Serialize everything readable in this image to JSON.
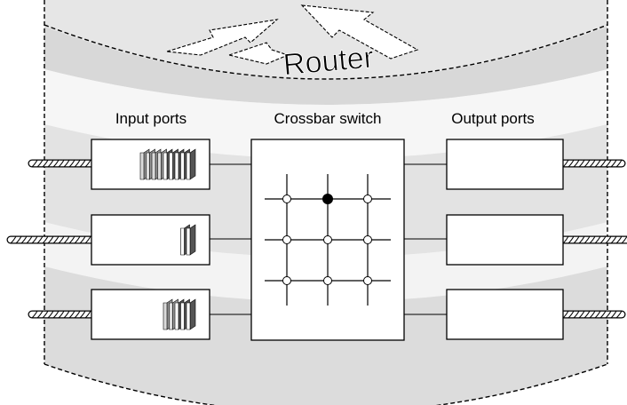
{
  "diagram": {
    "title": "Router",
    "labels": {
      "input_ports": "Input ports",
      "crossbar_switch": "Crossbar switch",
      "output_ports": "Output ports"
    },
    "input_port_count": 3,
    "output_port_count": 3,
    "input_queue_packets": [
      9,
      2,
      5
    ],
    "crossbar": {
      "rows": 3,
      "cols": 3,
      "active_crosspoint": {
        "row": 1,
        "col": 2
      }
    },
    "colors": {
      "cylinder_band_dark": "#d8d8d8",
      "cylinder_band_light": "#ececec",
      "packet_light": "#dcdcdc",
      "packet_dark": "#555555",
      "active_node": "#000000"
    }
  }
}
